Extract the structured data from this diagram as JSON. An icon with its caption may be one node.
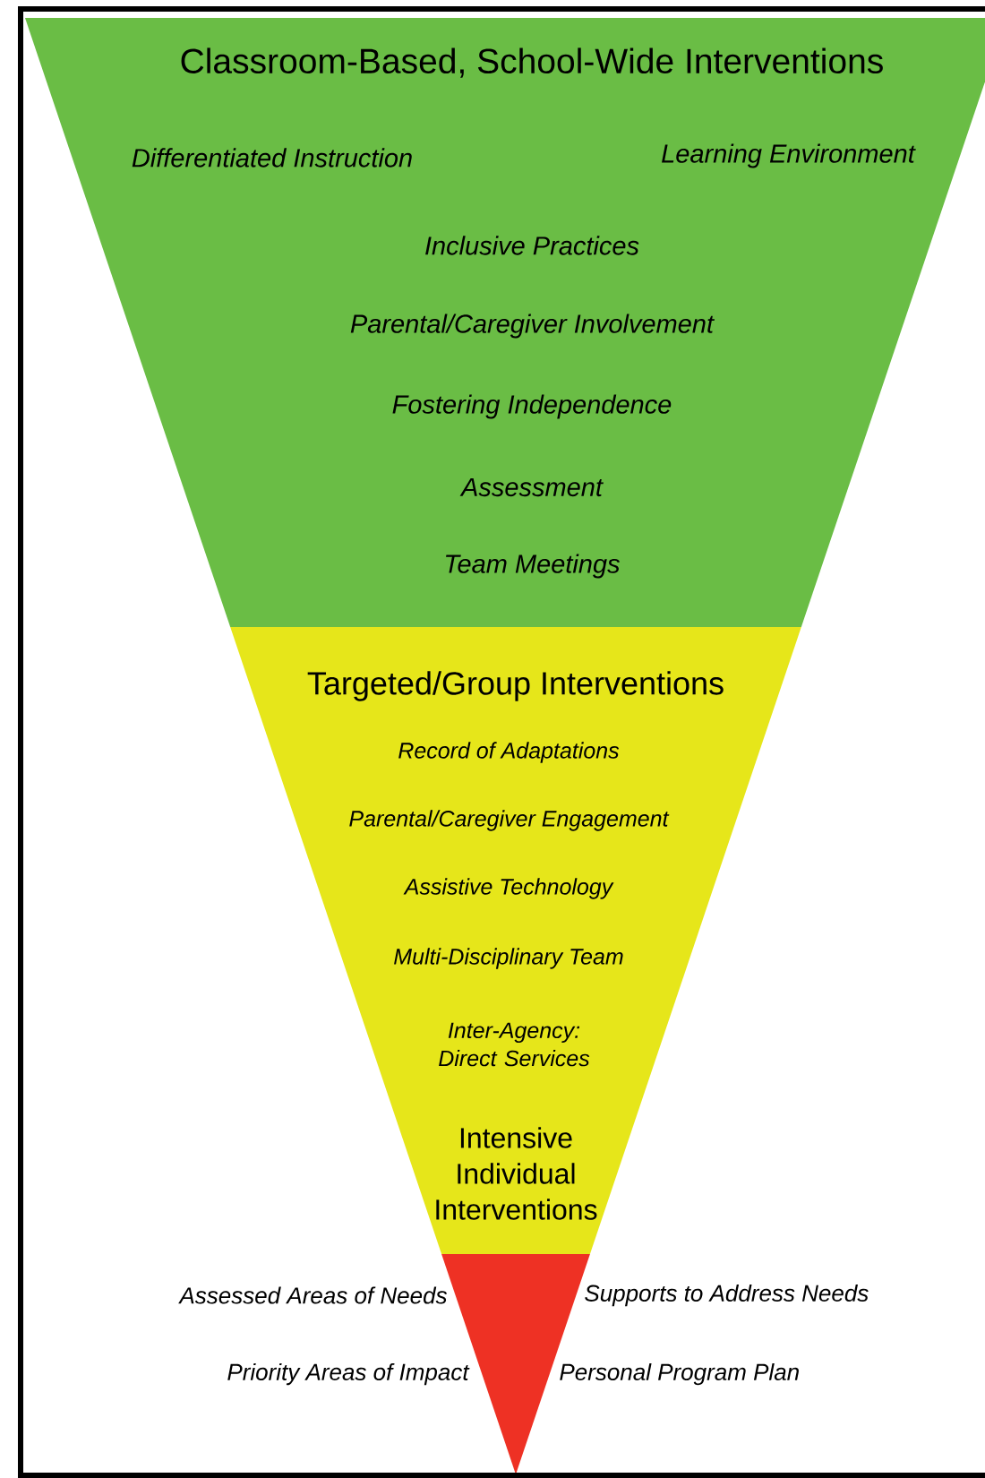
{
  "diagram": {
    "nodes": [
      {
        "text": [
          "Classroom-Based, School-Wide Interventions",
          "Differentiated Instruction",
          "Learning Environment",
          "Inclusive Practices",
          "Parental/Caregiver Involvement",
          "Fostering Independence",
          "Assessment",
          "Team Meetings"
        ]
      },
      {
        "text": [
          "Targeted/Group Interventions",
          "Record of Adaptations",
          "Parental/Caregiver Engagement",
          "Assistive Technology",
          "Multi-Disciplinary Team",
          "Inter-Agency: Direct Services",
          "Intensive Individual Interventions"
        ]
      },
      {
        "text": [],
        "shape": "triangle",
        "beside": [
          "Assessed Areas of Needs",
          "Supports to Address Needs",
          "Priority Areas of Impact",
          "Personal Program Plan"
        ]
      }
    ]
  }
}
